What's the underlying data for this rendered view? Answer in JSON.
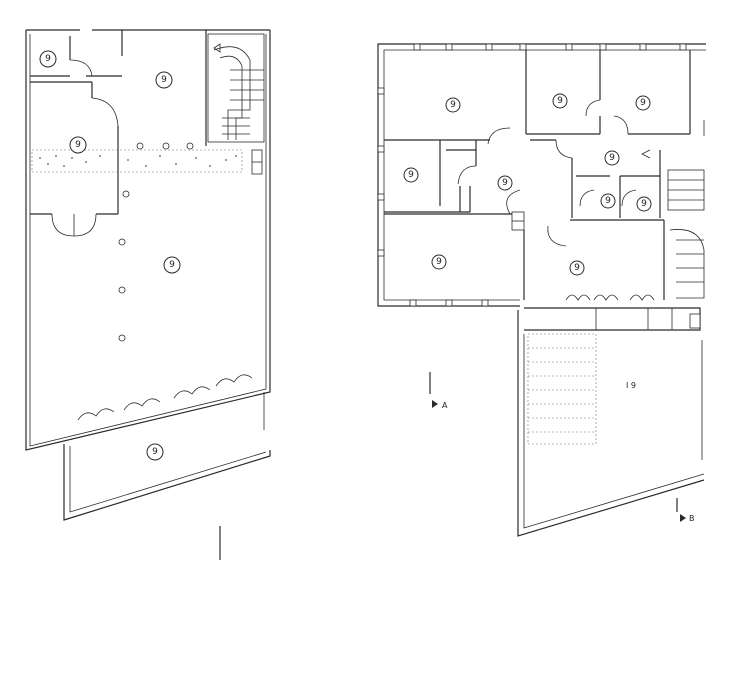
{
  "drawing": {
    "room_marker": "9",
    "room_marker_large": "I 9",
    "section_a": "A",
    "section_b": "B"
  },
  "colors": {
    "line": "#2b2b2b",
    "background": "#ffffff"
  }
}
